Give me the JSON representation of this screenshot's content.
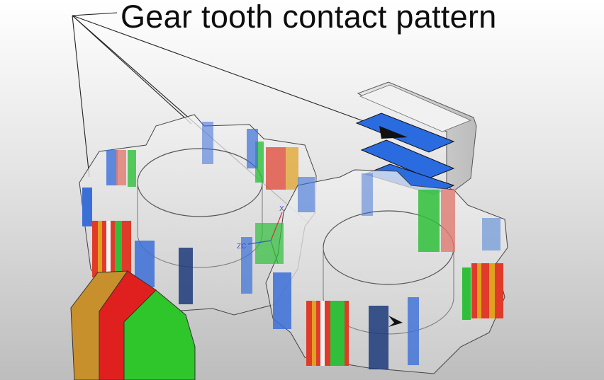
{
  "title": "Gear tooth contact pattern",
  "triad": {
    "x_label": "X",
    "z_label": "ZC"
  },
  "colors": {
    "background_top": "#ffffff",
    "background_bottom": "#bdbdbd",
    "gear_body": "#dcdcdc",
    "contact_blue": "#3b6fd8",
    "contact_green": "#2fbf3a",
    "contact_red": "#e03a2a",
    "contact_orange": "#e0a020",
    "leader_line": "#222222"
  },
  "icons": [
    "left-gear",
    "right-gear",
    "rack-fragment",
    "colored-block",
    "leader-lines",
    "view-triad"
  ]
}
